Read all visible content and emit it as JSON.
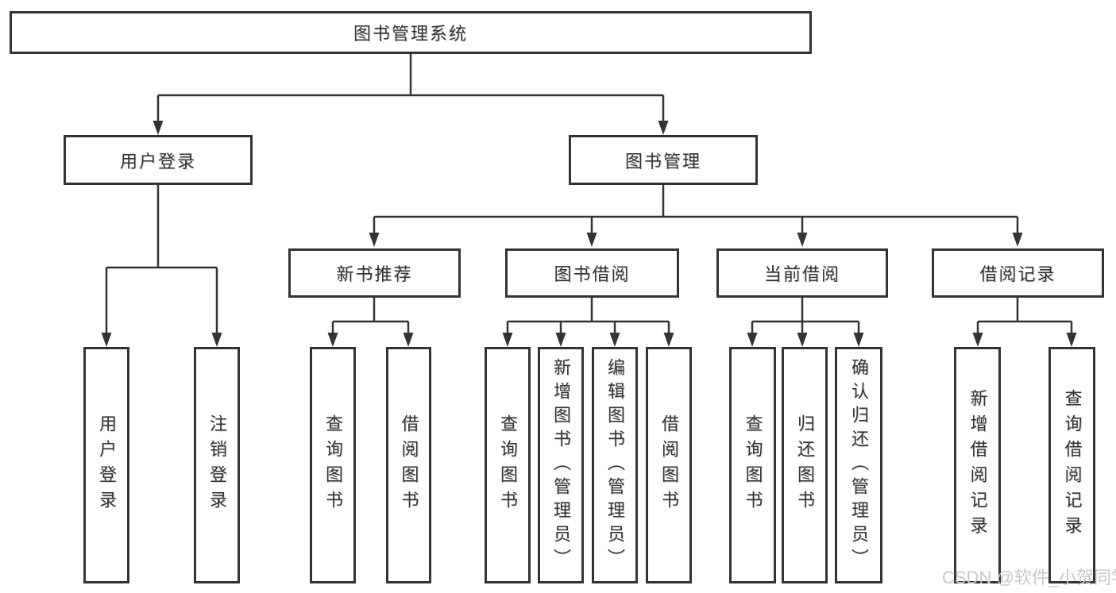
{
  "diagram": {
    "root": {
      "label": "图书管理系统"
    },
    "user_login": {
      "label": "用户登录",
      "children": {
        "login": {
          "label": "用户登录"
        },
        "logout": {
          "label": "注销登录"
        }
      }
    },
    "book_mgmt": {
      "label": "图书管理",
      "sections": {
        "new_book": {
          "label": "新书推荐",
          "children": {
            "query": {
              "label": "查询图书"
            },
            "borrow": {
              "label": "借阅图书"
            }
          }
        },
        "borrowing": {
          "label": "图书借阅",
          "children": {
            "query": {
              "label": "查询图书"
            },
            "add": {
              "label": "新增图书（管理员）"
            },
            "edit": {
              "label": "编辑图书（管理员）"
            },
            "borrow": {
              "label": "借阅图书"
            }
          }
        },
        "current": {
          "label": "当前借阅",
          "children": {
            "query": {
              "label": "查询图书"
            },
            "return": {
              "label": "归还图书"
            },
            "confirm": {
              "label": "确认归还（管理员）"
            }
          }
        },
        "records": {
          "label": "借阅记录",
          "children": {
            "add": {
              "label": "新增借阅记录"
            },
            "query": {
              "label": "查询借阅记录"
            }
          }
        }
      }
    }
  },
  "watermark": {
    "text": "CSDN @软件_小贺同学"
  },
  "colors": {
    "line": "#333333",
    "text": "#333333",
    "box_background": "#ffffff",
    "page_background": "#ffffff",
    "watermark": "#c8c8c8"
  }
}
